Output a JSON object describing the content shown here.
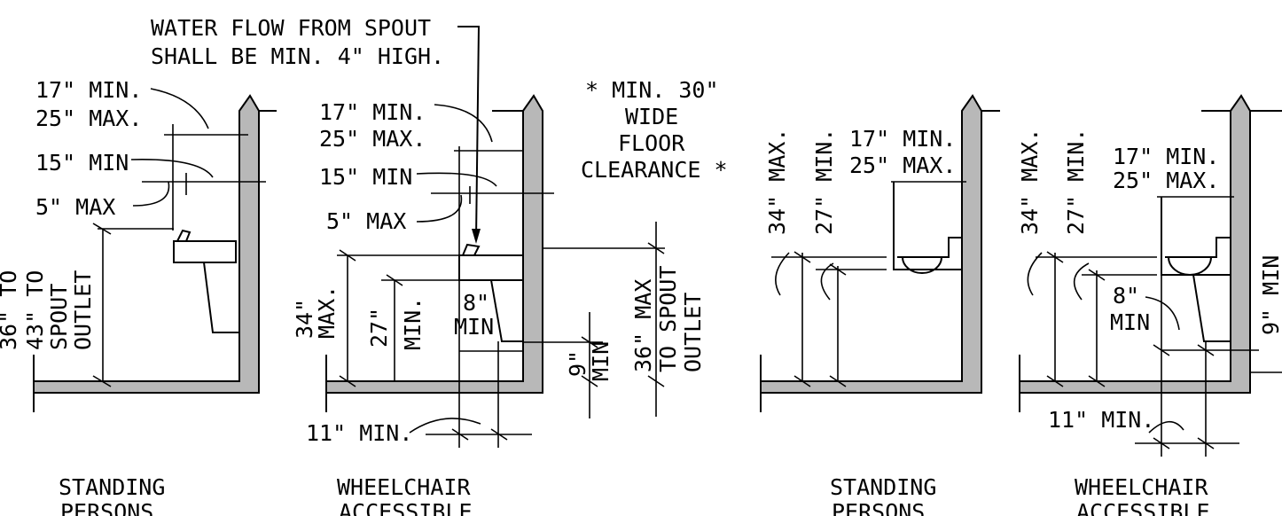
{
  "notes": {
    "water_flow_line1": "WATER FLOW FROM SPOUT",
    "water_flow_line2": "SHALL BE MIN. 4\" HIGH.",
    "clearance_line1": "* MIN. 30\"",
    "clearance_line2": "WIDE",
    "clearance_line3": "FLOOR",
    "clearance_line4": "CLEARANCE *"
  },
  "panel1": {
    "dim_top_1": "17\" MIN.",
    "dim_top_2": "25\" MAX.",
    "dim_15": "15\" MIN",
    "dim_5": "5\" MAX",
    "vertical_1": "36\" TO",
    "vertical_2": "43\" TO",
    "vertical_3": "SPOUT",
    "vertical_4": "OUTLET",
    "caption_1": "STANDING",
    "caption_2": "PERSONS"
  },
  "panel2": {
    "dim_top_1": "17\" MIN.",
    "dim_top_2": "25\" MAX.",
    "dim_15": "15\" MIN",
    "dim_5": "5\" MAX",
    "v34_1": "34\"",
    "v34_2": "MAX.",
    "v27_1": "27\"",
    "v27_2": "MIN.",
    "dim_8_1": "8\"",
    "dim_8_2": "MIN",
    "v9_1": "9\"",
    "v9_2": "MIN",
    "v36_1": "36\" MAX",
    "v36_2": "TO SPOUT",
    "v36_3": "OUTLET",
    "dim_11": "11\" MIN.",
    "caption_1": "WHEELCHAIR",
    "caption_2": "ACCESSIBLE"
  },
  "panel3": {
    "v34": "34\" MAX.",
    "v27": "27\" MIN.",
    "dim_top_1": "17\" MIN.",
    "dim_top_2": "25\" MAX.",
    "caption_1": "STANDING",
    "caption_2": "PERSONS"
  },
  "panel4": {
    "v34": "34\" MAX.",
    "v27": "27\" MIN.",
    "dim_top_1": "17\" MIN.",
    "dim_top_2": "25\" MAX.",
    "dim_8_1": "8\"",
    "dim_8_2": "MIN",
    "v9": "9\" MIN",
    "dim_11": "11\" MIN.",
    "caption_1": "WHEELCHAIR",
    "caption_2": "ACCESSIBLE"
  }
}
